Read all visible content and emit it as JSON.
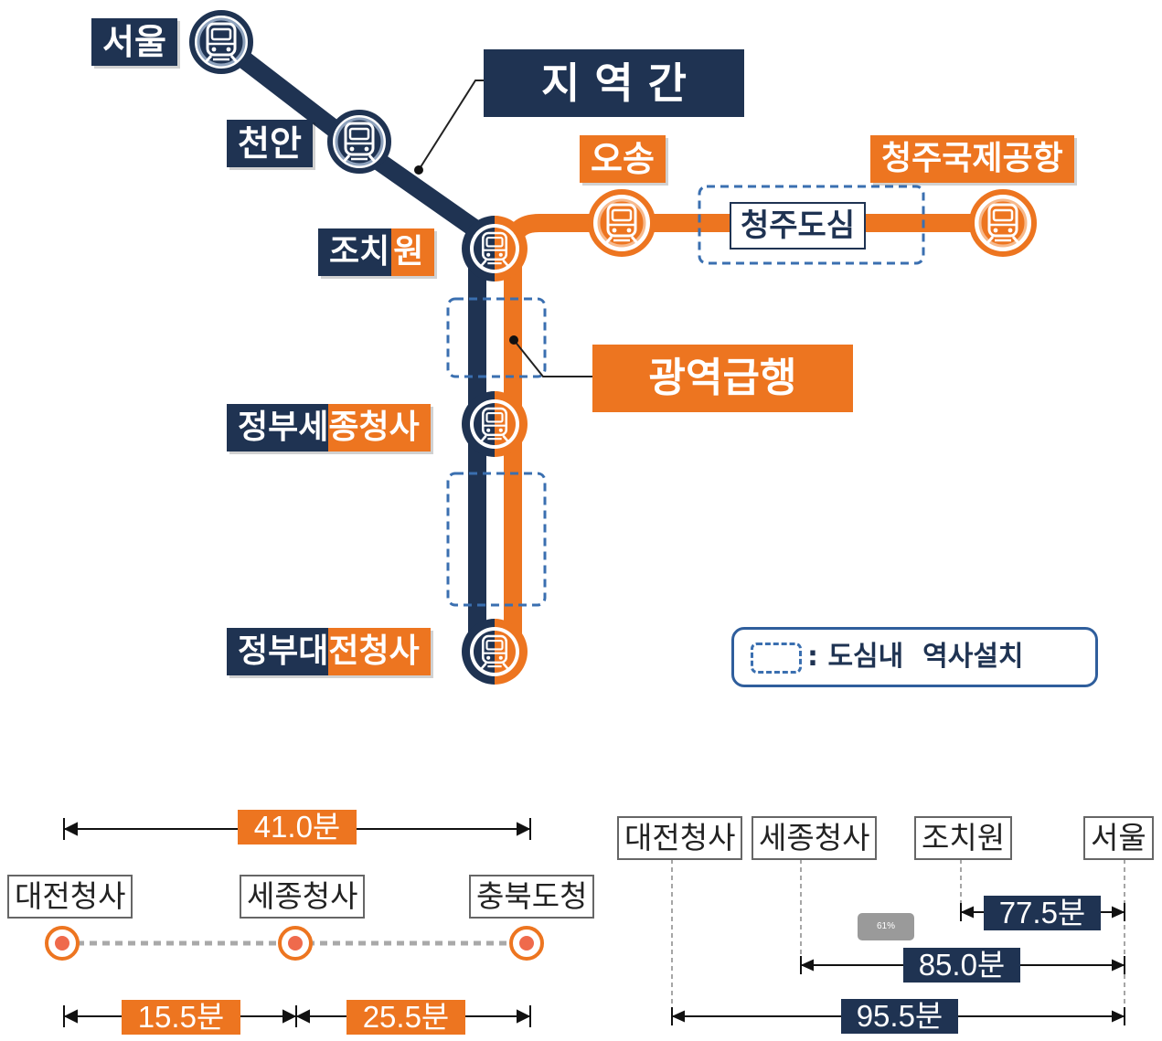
{
  "map": {
    "stations": {
      "seoul": "서울",
      "cheonan": "천안",
      "jochiwon_a": "조치",
      "jochiwon_b": "원",
      "osong": "오송",
      "cheongju_airport": "청주국제공항",
      "sejong_a": "정부세",
      "sejong_b": "종청사",
      "daejeon_a": "정부대",
      "daejeon_b": "전청사"
    },
    "downtown_label": "청주도심",
    "intercity_label": "지 역 간",
    "express_label": "광역급행",
    "legend_text": ": 도심내  역사설치"
  },
  "timeline_left": {
    "total": "41.0분",
    "stations": [
      "대전청사",
      "세종청사",
      "충북도청"
    ],
    "segments": [
      "15.5분",
      "25.5분"
    ]
  },
  "timeline_right": {
    "stations": [
      "대전청사",
      "세종청사",
      "조치원",
      "서울"
    ],
    "times": [
      "77.5분",
      "85.0분",
      "95.5분"
    ],
    "badge": "61%"
  },
  "colors": {
    "navy": "#1f3352",
    "orange": "#ed7520",
    "dash_blue": "#3a6fb0"
  },
  "icons": [
    "train-icon"
  ]
}
